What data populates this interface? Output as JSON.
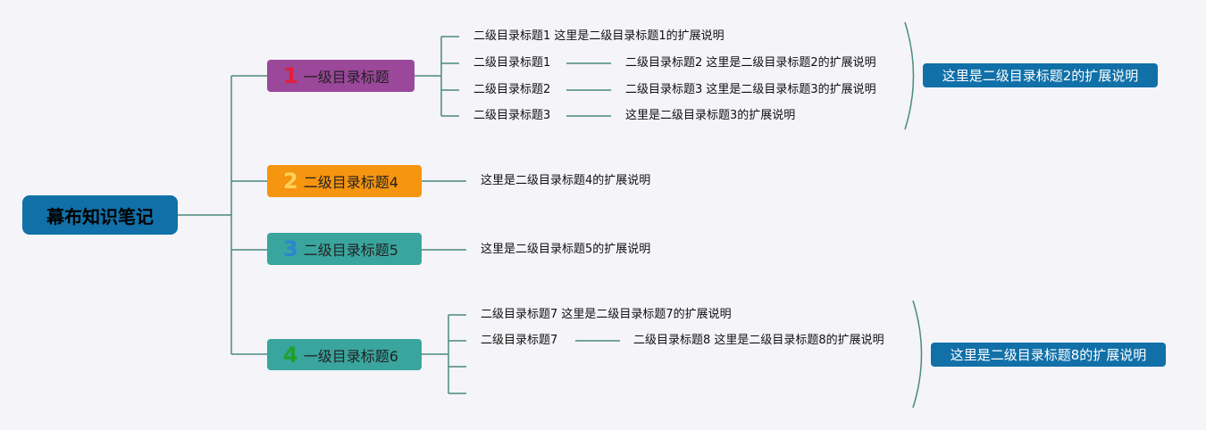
{
  "root": "幕布知识笔记",
  "colors": {
    "line": "#4a8a7e",
    "root": "#1170a8",
    "node1": "#9b479a",
    "node2": "#f6950f",
    "node3": "#3aa59e",
    "node4": "#3aa59e"
  },
  "nodes": [
    {
      "num": "1",
      "label": "一级目录标题",
      "children": [
        {
          "text": "二级目录标题1 这里是二级目录标题1的扩展说明"
        },
        {
          "text": "二级目录标题1",
          "sub": "二级目录标题2 这里是二级目录标题2的扩展说明"
        },
        {
          "text": "二级目录标题2",
          "sub": "二级目录标题3 这里是二级目录标题3的扩展说明"
        },
        {
          "text": "二级目录标题3",
          "sub": "这里是二级目录标题3的扩展说明"
        }
      ],
      "summary": "这里是二级目录标题2的扩展说明"
    },
    {
      "num": "2",
      "label": "二级目录标题4",
      "children": [
        {
          "text": "这里是二级目录标题4的扩展说明"
        }
      ]
    },
    {
      "num": "3",
      "label": "二级目录标题5",
      "children": [
        {
          "text": "这里是二级目录标题5的扩展说明"
        }
      ]
    },
    {
      "num": "4",
      "label": "一级目录标题6",
      "children": [
        {
          "text": "二级目录标题7 这里是二级目录标题7的扩展说明"
        },
        {
          "text": "二级目录标题7",
          "sub": "二级目录标题8 这里是二级目录标题8的扩展说明"
        }
      ],
      "summary": "这里是二级目录标题8的扩展说明"
    }
  ]
}
